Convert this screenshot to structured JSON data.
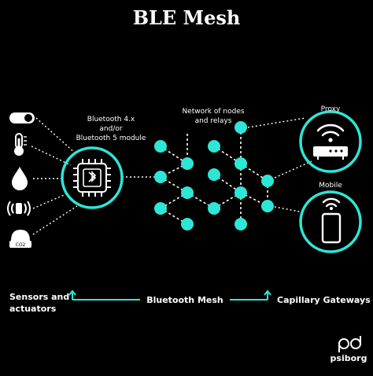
{
  "title": "BLE Mesh",
  "labels": {
    "module": [
      "Bluetooth 4.x",
      "and/or",
      "Bluetooth 5 module"
    ],
    "network": [
      "Network of nodes",
      "and relays"
    ],
    "proxy": "Proxy",
    "mobile": "Mobile",
    "sensors": [
      "Sensors and",
      "actuators"
    ],
    "mesh_arrow": "Bluetooth Mesh",
    "gateways": "Capillary Gateways"
  },
  "logo": {
    "text": "psiborg"
  },
  "icons": {
    "sensors": [
      "toggle-switch-icon",
      "thermometer-icon",
      "water-drop-icon",
      "vibration-sensor-icon",
      "co2-sensor-icon"
    ],
    "module": "bluetooth-chip-icon",
    "proxy": "wifi-router-icon",
    "mobile": "smartphone-wifi-icon"
  },
  "colors": {
    "background": "#000000",
    "accent": "#2ee6d6",
    "text": "#ffffff",
    "line": "#ffffff"
  }
}
